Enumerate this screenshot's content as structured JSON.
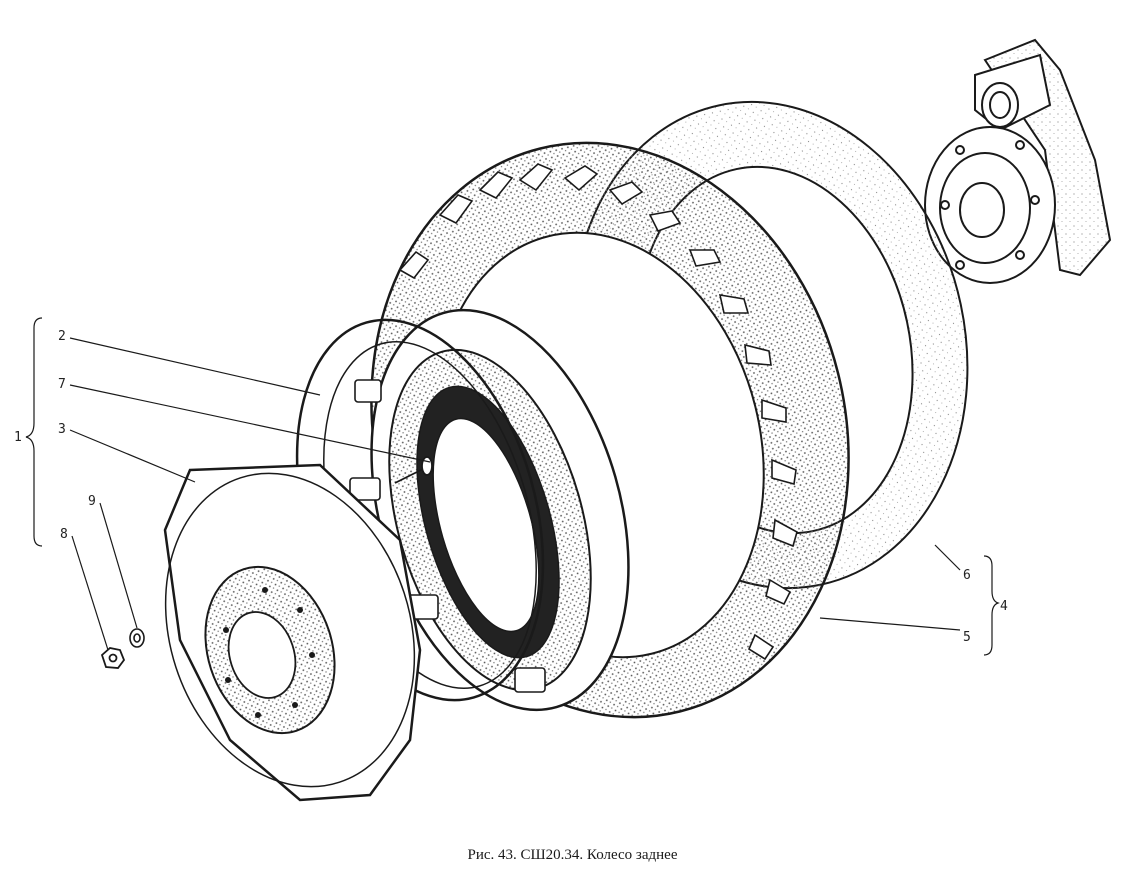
{
  "caption": "Рис. 43. СШ20.34. Колесо заднее",
  "labels": {
    "l1": "1",
    "l2": "2",
    "l3": "3",
    "l4": "4",
    "l5": "5",
    "l6": "6",
    "l7": "7",
    "l8": "8",
    "l9": "9"
  },
  "colors": {
    "line": "#1a1a1a",
    "stipple": "#555555",
    "paper": "#ffffff"
  }
}
